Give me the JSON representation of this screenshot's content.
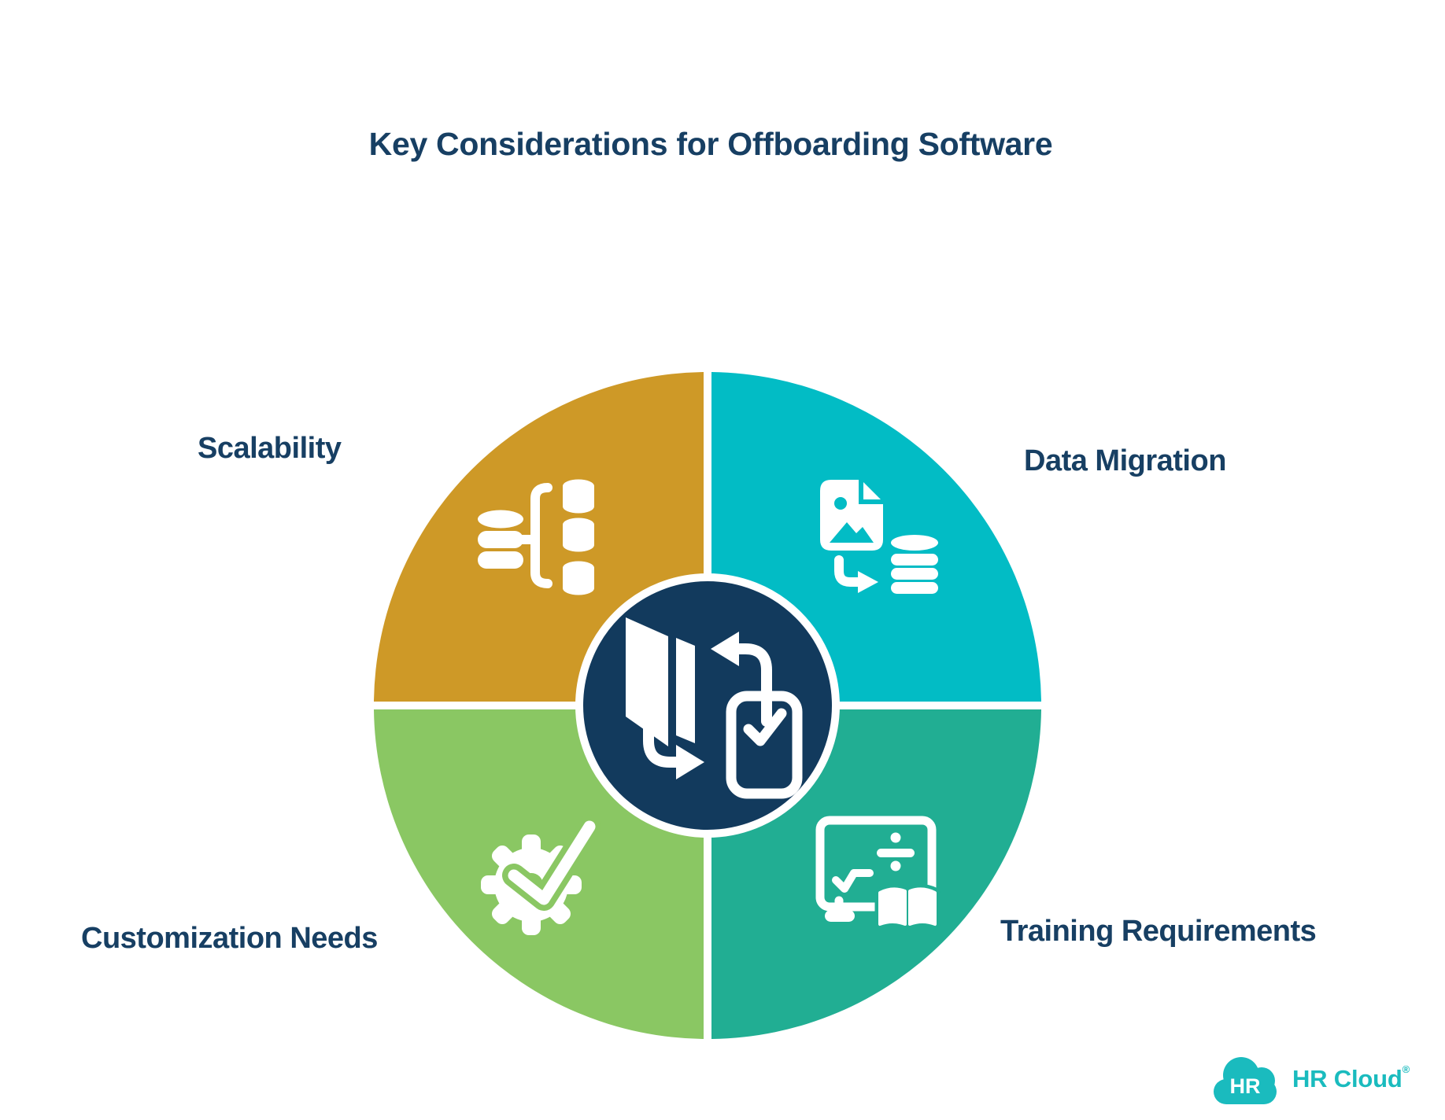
{
  "title": "Key Considerations for Offboarding Software",
  "background": "#FFFFFF",
  "heading_color": "#173F63",
  "quadrants": [
    {
      "label": "Scalability",
      "position": "top-left",
      "color": "#CE9927",
      "icon": "database-scaling-icon"
    },
    {
      "label": "Data Migration",
      "position": "top-right",
      "color": "#02BCC5",
      "icon": "image-to-database-icon"
    },
    {
      "label": "Customization Needs",
      "position": "bottom-left",
      "color": "#8AC763",
      "icon": "gear-check-icon"
    },
    {
      "label": "Training Requirements",
      "position": "bottom-right",
      "color": "#21AE93",
      "icon": "screen-book-icon"
    }
  ],
  "center": {
    "icon": "door-device-swap-icon",
    "color": "#123A5D"
  },
  "logo": {
    "badge_text": "HR",
    "brand_text": "HR Cloud",
    "registered_mark": "®",
    "color": "#1ABBBE"
  }
}
